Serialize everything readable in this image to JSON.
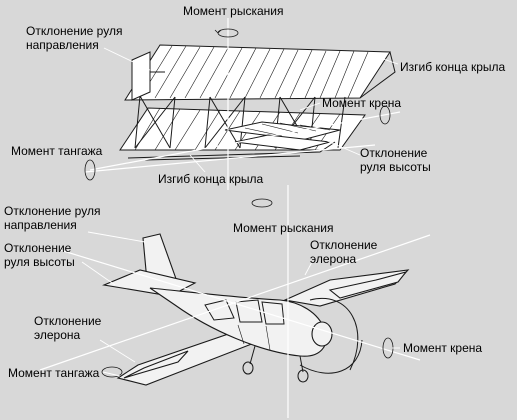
{
  "labels": {
    "top_yaw_moment": "Момент рыскания",
    "top_rudder_line1": "Отклонение руля",
    "top_rudder_line2": "направления",
    "top_wing_warp_right": "Изгиб конца крыла",
    "top_roll_moment": "Момент крена",
    "top_pitch_moment": "Момент тангажа",
    "top_elevator_line1": "Отклонение",
    "top_elevator_line2": "руля высоты",
    "top_wing_warp_bottom": "Изгиб конца крыла",
    "bottom_rudder_line1": "Отклонение руля",
    "bottom_rudder_line2": "направления",
    "bottom_elevator_line1": "Отклонение",
    "bottom_elevator_line2": "руля высоты",
    "bottom_yaw_moment": "Момент рыскания",
    "bottom_aileron_right_line1": "Отклонение",
    "bottom_aileron_right_line2": "элерона",
    "bottom_aileron_left_line1": "Отклонение",
    "bottom_aileron_left_line2": "элерона",
    "bottom_roll_moment": "Момент крена",
    "bottom_pitch_moment": "Момент тангажа"
  },
  "colors": {
    "background": "#d8d8d8",
    "lines": "#1a1a1a",
    "axes": "#ffffff"
  }
}
